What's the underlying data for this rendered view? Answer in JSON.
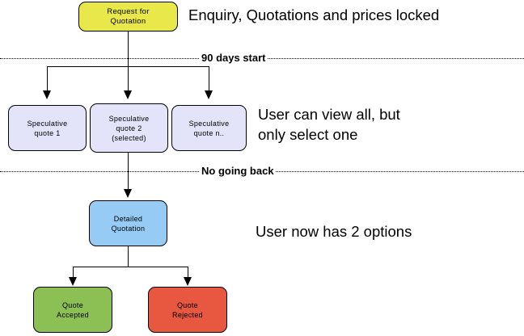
{
  "diagram": {
    "title": "Quotation workflow flowchart",
    "colors": {
      "rfq": "#e8e84a",
      "speculative": "#e3e3fa",
      "detailed": "#95cbf5",
      "accepted": "#8cbf54",
      "rejected": "#e8573f",
      "stroke": "#000000",
      "background": "#ffffff"
    },
    "nodes": [
      {
        "id": "rfq",
        "label": "Request for\nQuotation"
      },
      {
        "id": "spec1",
        "label": "Speculative\nquote 1"
      },
      {
        "id": "spec2",
        "label": "Speculative\nquote 2\n(selected)"
      },
      {
        "id": "specn",
        "label": "Speculative\nquote n.."
      },
      {
        "id": "detailed",
        "label": "Detailed\nQuotation"
      },
      {
        "id": "accepted",
        "label": "Quote\nAccepted"
      },
      {
        "id": "rejected",
        "label": "Quote\nRejected"
      }
    ],
    "dividers": [
      {
        "id": "ninety-days",
        "label": "90 days start"
      },
      {
        "id": "no-going-back",
        "label": "No going back"
      }
    ],
    "annotations": [
      {
        "id": "prices-locked",
        "text": "Enquiry, Quotations and prices locked"
      },
      {
        "id": "view-all",
        "text": "User can view all, but\nonly select one"
      },
      {
        "id": "two-options",
        "text": "User now has 2 options"
      }
    ]
  }
}
